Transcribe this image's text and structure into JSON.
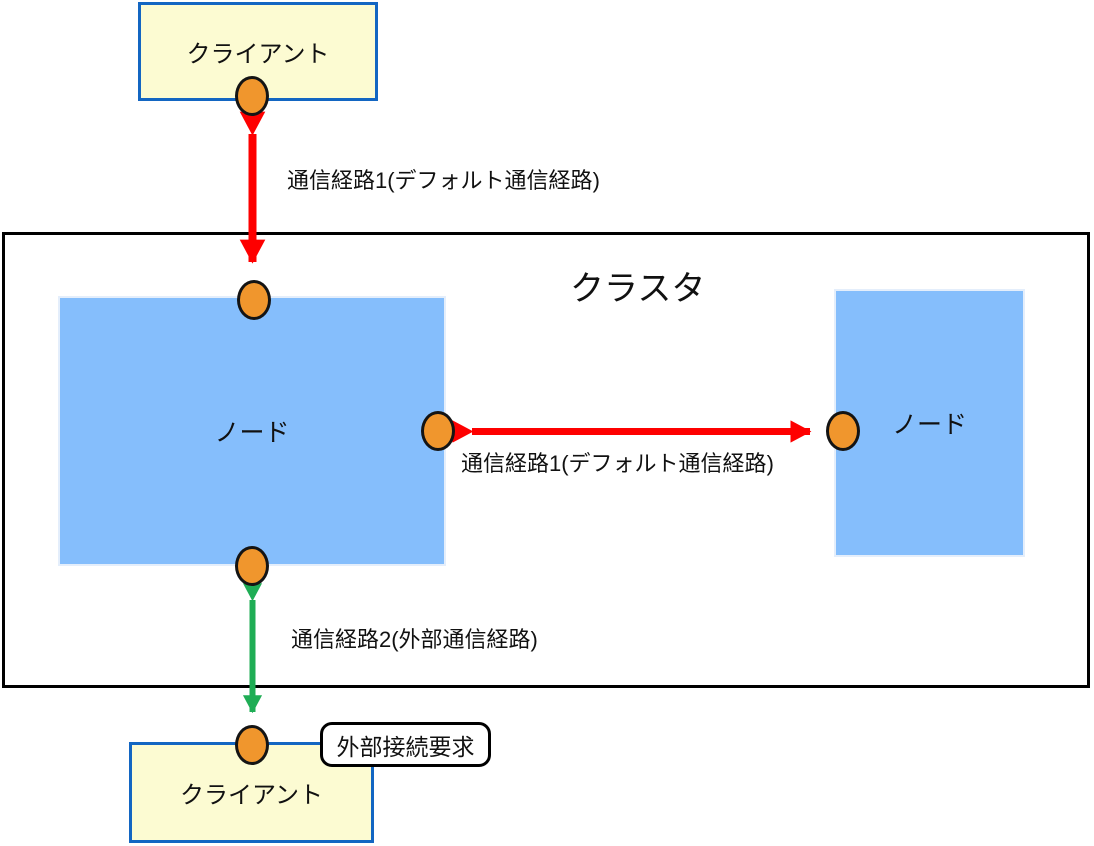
{
  "diagram": {
    "cluster": {
      "label": "クラスタ"
    },
    "nodes": {
      "left_label": "ノード",
      "right_label": "ノード"
    },
    "clients": {
      "top_label": "クライアント",
      "bottom_label": "クライアント"
    },
    "labels": {
      "path1_top": "通信経路1(デフォルト通信経路)",
      "path1_internal": "通信経路1(デフォルト通信経路)",
      "path2_external": "通信経路2(外部通信経路)"
    },
    "callout": {
      "label": "外部接続要求"
    },
    "colors": {
      "node-fill": "#85BEFC",
      "node-border": "#E4EEFB",
      "client-fill": "#FCFBD2",
      "client-border": "#1366C2",
      "connector-fill": "#F0962D",
      "connector-border": "#141414",
      "arrow-red": "#FE0000",
      "arrow-green": "#1FAD55",
      "cluster-border": "#000000",
      "text": "#111111"
    }
  }
}
